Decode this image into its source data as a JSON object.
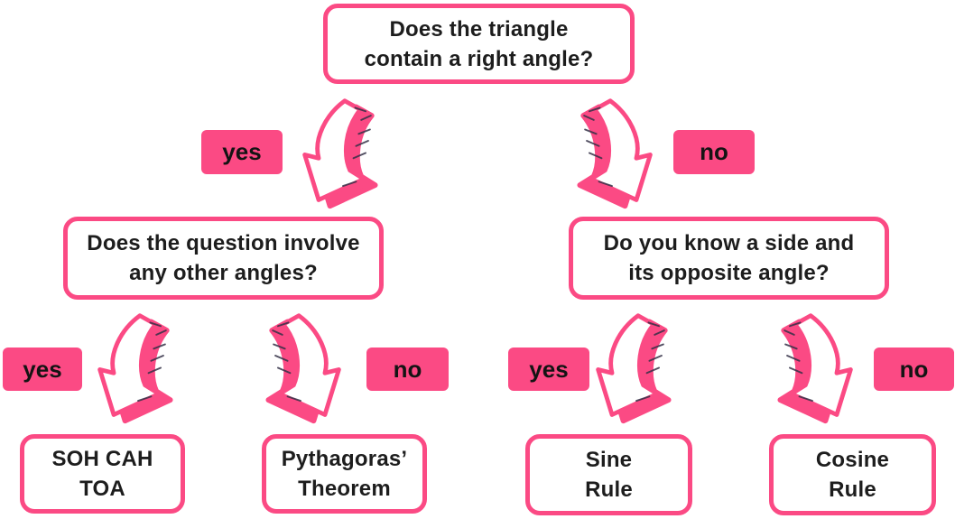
{
  "colors": {
    "accent_pink": "#FB4A84",
    "text_dark": "#1D1D1D",
    "background": "#FFFFFF"
  },
  "labels": {
    "yes": "yes",
    "no": "no"
  },
  "nodes": {
    "root": {
      "line1": "Does the triangle",
      "line2": "contain a right angle?"
    },
    "left_question": {
      "line1": "Does the question involve",
      "line2": "any other angles?"
    },
    "right_question": {
      "line1": "Do you know a side and",
      "line2": "its opposite angle?"
    },
    "soh_cah_toa": {
      "line1": "SOH CAH",
      "line2": "TOA"
    },
    "pythagoras": {
      "line1": "Pythagoras’",
      "line2": "Theorem"
    },
    "sine_rule": {
      "line1": "Sine",
      "line2": "Rule"
    },
    "cosine_rule": {
      "line1": "Cosine",
      "line2": "Rule"
    }
  }
}
